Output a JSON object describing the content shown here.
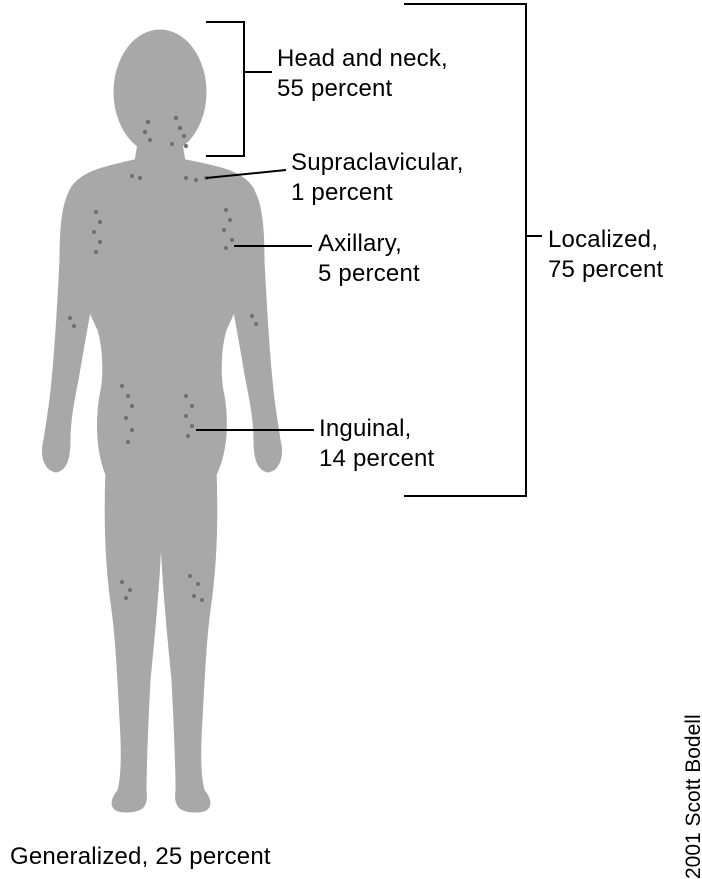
{
  "labels": {
    "head_and_neck": "Head and neck,\n55 percent",
    "supraclavicular": "Supraclavicular,\n1 percent",
    "axillary": "Axillary,\n5 percent",
    "inguinal": "Inguinal,\n14 percent",
    "localized": "Localized,\n75 percent",
    "generalized": "Generalized, 25 percent",
    "credit": "2001 Scott Bodell"
  },
  "colors": {
    "body_fill": "#a8a8a8",
    "node_dots": "#6e6e6e",
    "lines": "#000000",
    "background": "#ffffff"
  }
}
